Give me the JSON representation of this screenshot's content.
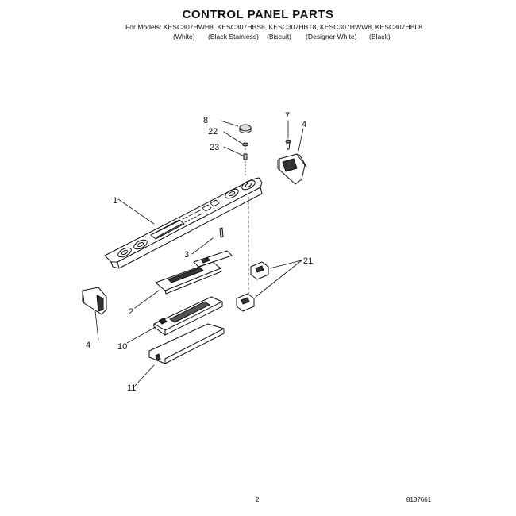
{
  "document": {
    "title": "CONTROL PANEL PARTS",
    "models_line": "For Models: KESC307HWH8, KESC307HBS8, KESC307HBT8, KESC307HWW8, KESC307HBL8",
    "variants": [
      "(White)",
      "(Black Stainless)",
      "(Biscuit)",
      "(Designer White)",
      "(Black)"
    ],
    "page_number": "2",
    "doc_code": "8187661"
  },
  "callouts": {
    "c8": "8",
    "c22": "22",
    "c23": "23",
    "c7": "7",
    "c4_top": "4",
    "c1": "1",
    "c3": "3",
    "c21": "21",
    "c2": "2",
    "c4_left": "4",
    "c10": "10",
    "c11": "11"
  }
}
